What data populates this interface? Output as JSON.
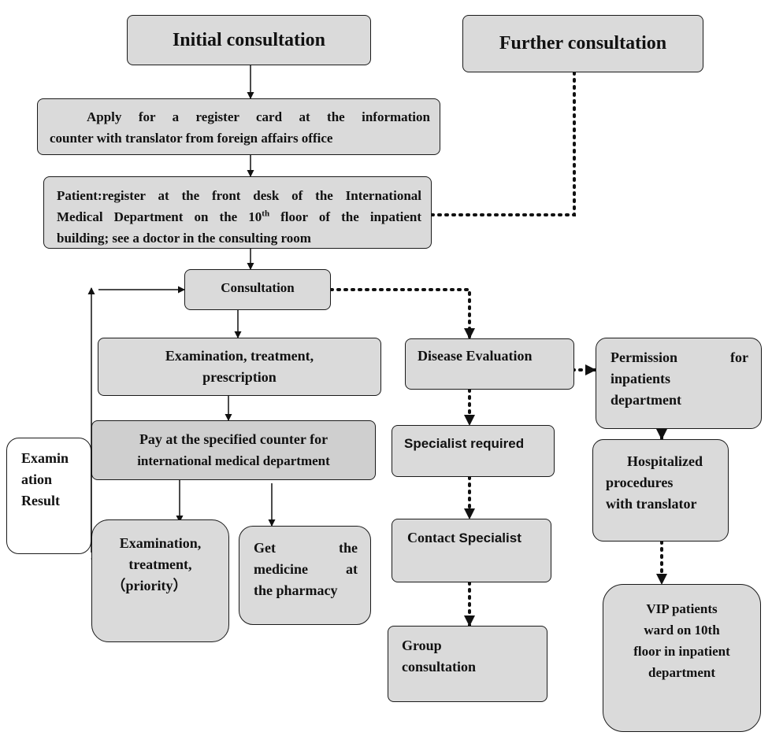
{
  "colors": {
    "box_fill": "#dadada",
    "box_fill_dark": "#cfcfcf",
    "white": "#ffffff",
    "line": "#111111"
  },
  "nodes": {
    "initial": "Initial consultation",
    "further": "Further consultation",
    "apply_line1": "Apply for a register card at the information",
    "apply_line2": "counter with translator from foreign affairs office",
    "register_line1": "Patient:register at the front desk of the International",
    "register_line2_pre": "Medical Department on the 10",
    "register_line2_sup": "th",
    "register_line2_post": " floor of the inpatient",
    "register_line3": "building; see a doctor in the consulting room",
    "consultation": "Consultation",
    "exam_treat_line1": "Examination, treatment,",
    "exam_treat_line2": "prescription",
    "pay_line1": "Pay at the specified counter for",
    "pay_line2": "international medical department",
    "exam_result_line1": "Examin",
    "exam_result_line2": "ation",
    "exam_result_line3": "Result",
    "exam_priority_line1": "Examination,",
    "exam_priority_line2": "treatment,",
    "exam_priority_line3": "（priority）",
    "medicine_line1": "Get the",
    "medicine_line2": "medicine at",
    "medicine_line3": "the pharmacy",
    "disease_eval": "Disease Evaluation",
    "specialist_required": "Specialist required",
    "contact_specialist_pre": "Contact ",
    "contact_specialist_post": "Specialist",
    "group_line1": "Group",
    "group_line2": "consultation",
    "permission_line1": "Permission for",
    "permission_line2": "inpatients",
    "permission_line3": "department",
    "hospitalized_line1": "Hospitalized",
    "hospitalized_line2": "procedures",
    "hospitalized_line3": "with translator",
    "vip_line1": "VIP patients",
    "vip_line2": "ward on 10th",
    "vip_line3": "floor in inpatient",
    "vip_line4": "department"
  }
}
